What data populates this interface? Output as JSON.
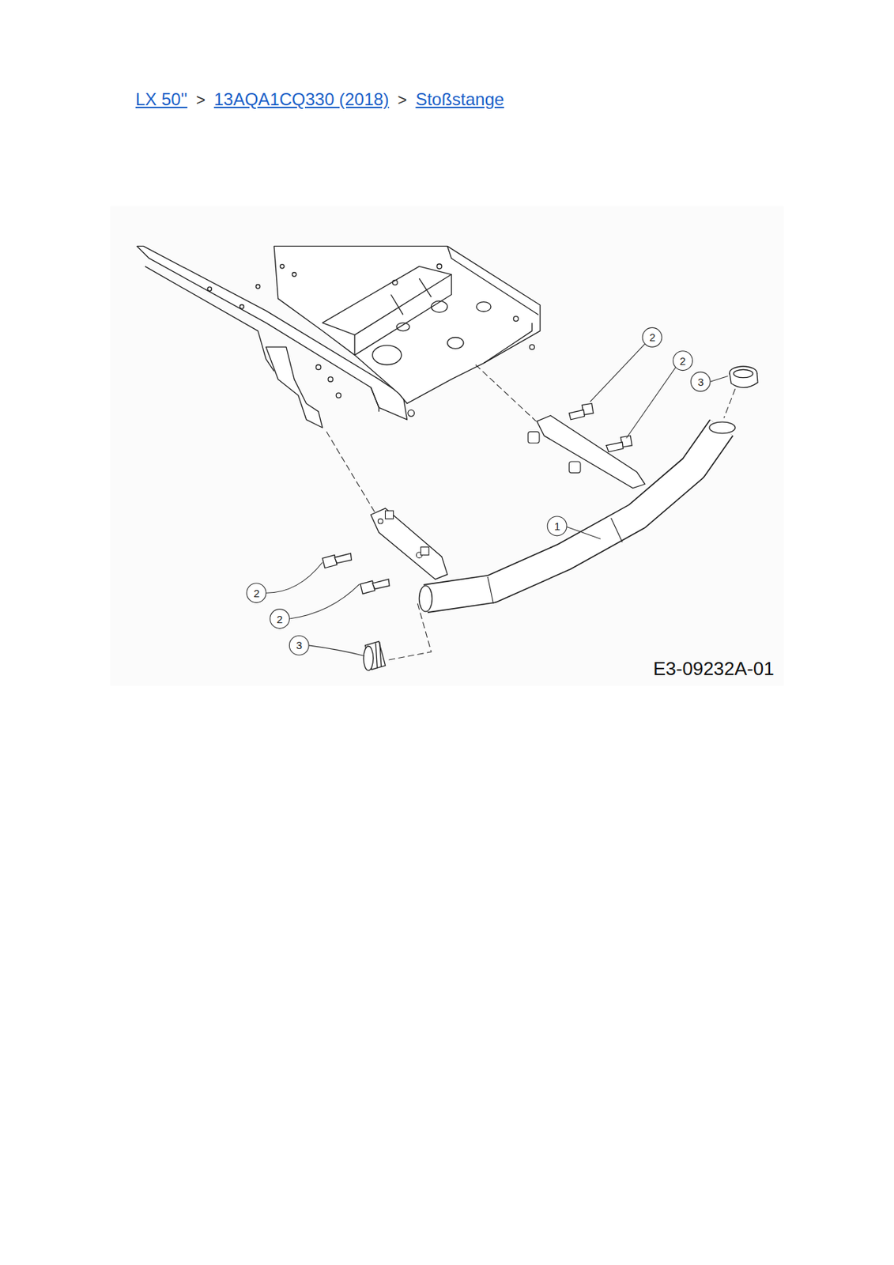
{
  "diagram": {
    "labels": [
      "LX 50''",
      ">",
      "13AQA1CQ330 (2018)",
      ">",
      "Stoßstange",
      "2",
      "2",
      "3",
      "1",
      "2",
      "2",
      "3",
      "E3-09232A-01"
    ]
  }
}
